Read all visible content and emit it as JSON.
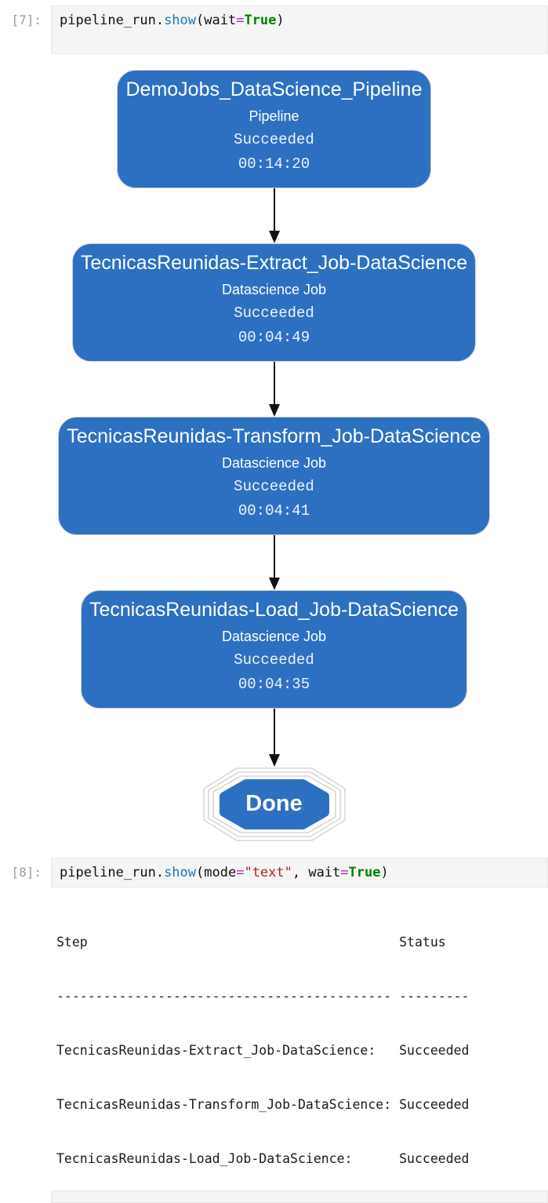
{
  "cells": [
    {
      "prompt": "[7]:",
      "code_tokens": [
        "pipeline_run.",
        "show",
        "(wait",
        "=",
        "True",
        ")"
      ]
    },
    {
      "prompt": "[8]:",
      "code_tokens": [
        "pipeline_run.",
        "show",
        "(mode",
        "=",
        "\"text\"",
        ", wait",
        "=",
        "True",
        ")"
      ]
    }
  ],
  "diagram": {
    "nodes": [
      {
        "title": "DemoJobs_DataScience_Pipeline",
        "kind": "Pipeline",
        "status": "Succeeded",
        "duration": "00:14:20"
      },
      {
        "title": "TecnicasReunidas-Extract_Job-DataScience",
        "kind": "Datascience Job",
        "status": "Succeeded",
        "duration": "00:04:49"
      },
      {
        "title": "TecnicasReunidas-Transform_Job-DataScience",
        "kind": "Datascience Job",
        "status": "Succeeded",
        "duration": "00:04:41"
      },
      {
        "title": "TecnicasReunidas-Load_Job-DataScience",
        "kind": "Datascience Job",
        "status": "Succeeded",
        "duration": "00:04:35"
      }
    ],
    "end_node": {
      "label": "Done"
    },
    "colors": {
      "node_fill": "#2d70c1",
      "node_text": "#ffffff",
      "arrow": "#111111",
      "ring": "#d6d6d6"
    }
  },
  "text_output": {
    "lines": [
      "Step                                        Status",
      "------------------------------------------- ---------",
      "TecnicasReunidas-Extract_Job-DataScience:   Succeeded",
      "TecnicasReunidas-Transform_Job-DataScience: Succeeded",
      "TecnicasReunidas-Load_Job-DataScience:      Succeeded"
    ]
  },
  "syntax_colors": {
    "plain": "#111111",
    "function": "#2176bd",
    "operator": "#a22fae",
    "keyword": "#008000",
    "string": "#ba2121",
    "prompt": "#9b9b9b"
  }
}
